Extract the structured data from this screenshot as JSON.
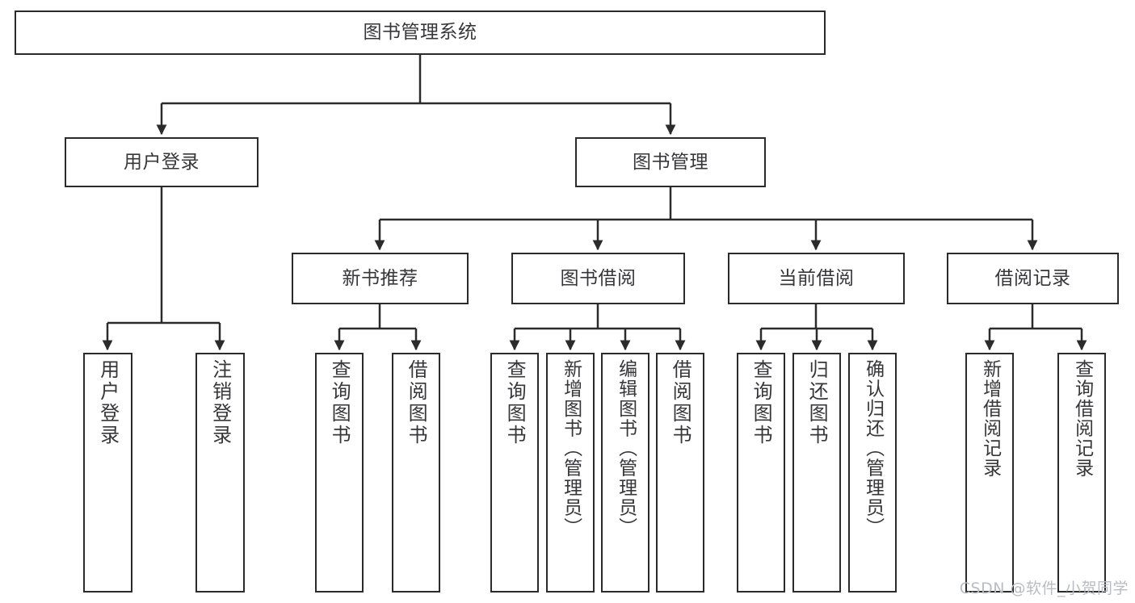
{
  "diagram": {
    "type": "tree",
    "title": "图书管理系统",
    "root": {
      "id": "root",
      "label": "图书管理系统"
    },
    "level2": [
      {
        "id": "user-login",
        "label": "用户登录"
      },
      {
        "id": "book-manage",
        "label": "图书管理"
      }
    ],
    "level3": [
      {
        "id": "new-book-rec",
        "label": "新书推荐"
      },
      {
        "id": "book-borrow",
        "label": "图书借阅"
      },
      {
        "id": "current-borrow",
        "label": "当前借阅"
      },
      {
        "id": "borrow-record",
        "label": "借阅记录"
      }
    ],
    "leaves": [
      {
        "id": "leaf-user-login",
        "label": "用户登录",
        "parent": "user-login"
      },
      {
        "id": "leaf-user-logout",
        "label": "注销登录",
        "parent": "user-login"
      },
      {
        "id": "leaf-query-book-1",
        "label": "查询图书",
        "parent": "new-book-rec"
      },
      {
        "id": "leaf-borrow-book-1",
        "label": "借阅图书",
        "parent": "new-book-rec"
      },
      {
        "id": "leaf-query-book-2",
        "label": "查询图书",
        "parent": "book-borrow"
      },
      {
        "id": "leaf-add-book",
        "label": "新增图书（管理员）",
        "parent": "book-borrow"
      },
      {
        "id": "leaf-edit-book",
        "label": "编辑图书（管理员）",
        "parent": "book-borrow"
      },
      {
        "id": "leaf-borrow-book-2",
        "label": "借阅图书",
        "parent": "book-borrow"
      },
      {
        "id": "leaf-query-book-3",
        "label": "查询图书",
        "parent": "current-borrow"
      },
      {
        "id": "leaf-return-book",
        "label": "归还图书",
        "parent": "current-borrow"
      },
      {
        "id": "leaf-confirm-return",
        "label": "确认归还（管理员）",
        "parent": "current-borrow"
      },
      {
        "id": "leaf-add-record",
        "label": "新增借阅记录",
        "parent": "borrow-record"
      },
      {
        "id": "leaf-query-record",
        "label": "查询借阅记录",
        "parent": "borrow-record"
      }
    ],
    "colors": {
      "box_border": "#2b2b2b",
      "box_fill": "#ffffff",
      "connector": "#2b2b2b",
      "text": "#37373a",
      "watermark": "#b9bcc2",
      "background": "#ffffff"
    }
  },
  "watermark": {
    "text": "CSDN @软件_小贺同学"
  }
}
